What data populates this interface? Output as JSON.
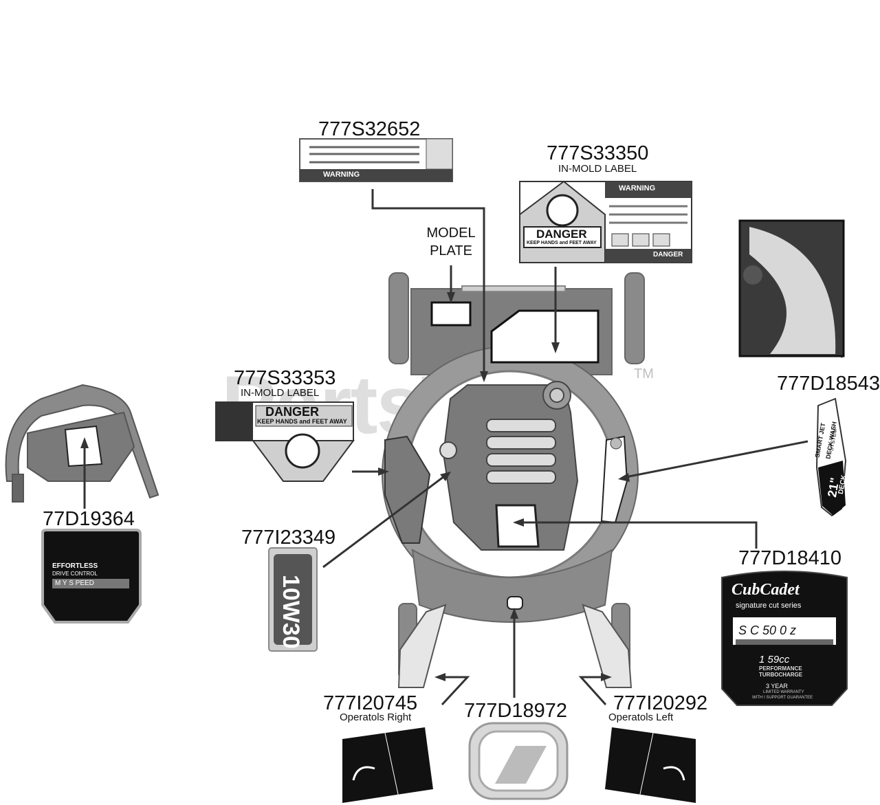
{
  "watermark": {
    "text": "PartsTree",
    "tm": "TM"
  },
  "parts": {
    "p_777S32652": {
      "number": "777S32652",
      "label_text": "WARNING"
    },
    "p_777S33350": {
      "number": "777S33350",
      "sub": "IN-MOLD LABEL",
      "warning": "WARNING",
      "danger": "DANGER",
      "danger_sub": "KEEP HANDS and FEET AWAY",
      "danger_small": "DANGER"
    },
    "p_777S33353": {
      "number": "777S33353",
      "sub": "IN-MOLD LABEL",
      "danger": "DANGER",
      "danger_sub": "KEEP HANDS and FEET AWAY"
    },
    "p_77D19364": {
      "number": "77D19364",
      "line1": "EFFORTLESS",
      "line2": "DRIVE CONTROL",
      "line3": "M Y S PEED"
    },
    "p_777I23349": {
      "number": "777I23349",
      "oil": "10W30"
    },
    "p_777D18543": {
      "number": "777D18543",
      "line1": "SMART JET",
      "line2": "DECK WASH",
      "line3": "SYSTEM",
      "deck": "21\"",
      "deck2": "DECK"
    },
    "p_777D18410": {
      "number": "777D18410",
      "brand": "CubCadet",
      "series": "signature cut series",
      "model": "S C 50 0 z",
      "engine": "1 59cc",
      "perf1": "PERFORMANCE",
      "perf2": "TURBOCHARGE",
      "warranty": "3 YEAR",
      "warranty_sub": "LIMITED WARRANTY",
      "warranty_sub2": "WITH I SUPPORT GUARANTEE"
    },
    "p_777I20745": {
      "number": "777I20745",
      "sub": "Operatols Right"
    },
    "p_777D18972": {
      "number": "777D18972"
    },
    "p_777I20292": {
      "number": "777I20292",
      "sub": "Operatols Left"
    },
    "model_plate": {
      "line1": "MODEL",
      "line2": "PLATE"
    }
  }
}
